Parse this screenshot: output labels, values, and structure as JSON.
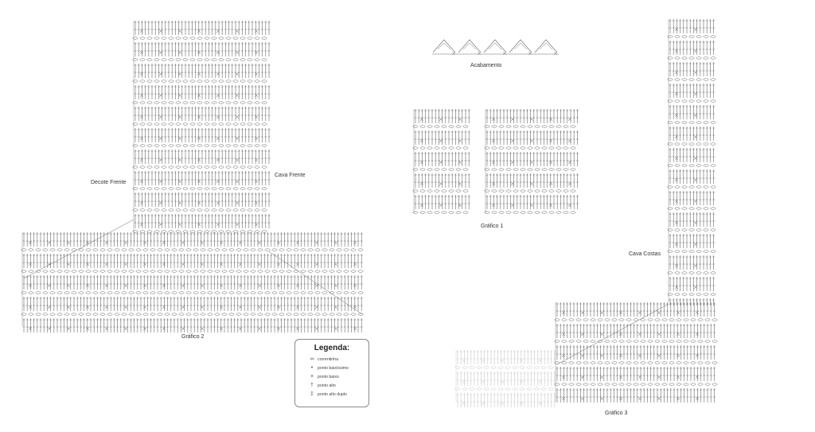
{
  "labels": {
    "decote_frente": "Decote Frente",
    "cava_frente": "Cava Frente",
    "grafico2": "Gráfico 2",
    "acabamento": "Acabamento",
    "grafico1": "Gráfico 1",
    "cava_costas": "Cava Costas",
    "grafico3": "Gráfico 3"
  },
  "legend": {
    "title": "Legenda:",
    "items": [
      {
        "symbol": "∞",
        "label": "correntinha"
      },
      {
        "symbol": "•",
        "label": "ponto baixíssimo"
      },
      {
        "symbol": "×",
        "label": "ponto baixo"
      },
      {
        "symbol": "†",
        "label": "ponto alto"
      },
      {
        "symbol": "‡",
        "label": "ponto alto duplo"
      }
    ]
  },
  "colors": {
    "stitch": "#6b6b6b",
    "faded": "#c8c8c8"
  }
}
